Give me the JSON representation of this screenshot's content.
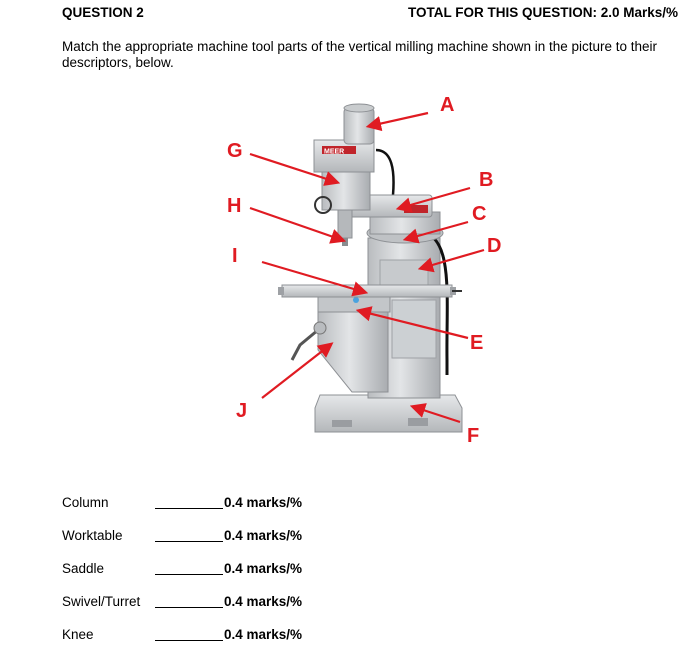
{
  "header": {
    "question": "QUESTION 2",
    "total": "TOTAL FOR THIS QUESTION: 2.0 Marks/%"
  },
  "instructions": "Match the appropriate machine tool parts of the vertical milling machine shown in the picture to their descriptors, below.",
  "figure": {
    "brand_plate": "MEER",
    "callouts": [
      "A",
      "B",
      "C",
      "D",
      "E",
      "F",
      "G",
      "H",
      "I",
      "J"
    ],
    "arrow_color": "#e01b22",
    "machine_color": "#d6d8da"
  },
  "answers": [
    {
      "label": "Column",
      "marks": "0.4 marks/%"
    },
    {
      "label": "Worktable",
      "marks": "0.4 marks/%"
    },
    {
      "label": "Saddle",
      "marks": "0.4 marks/%"
    },
    {
      "label": "Swivel/Turret",
      "marks": "0.4 marks/%"
    },
    {
      "label": "Knee",
      "marks": "0.4 marks/%"
    }
  ]
}
